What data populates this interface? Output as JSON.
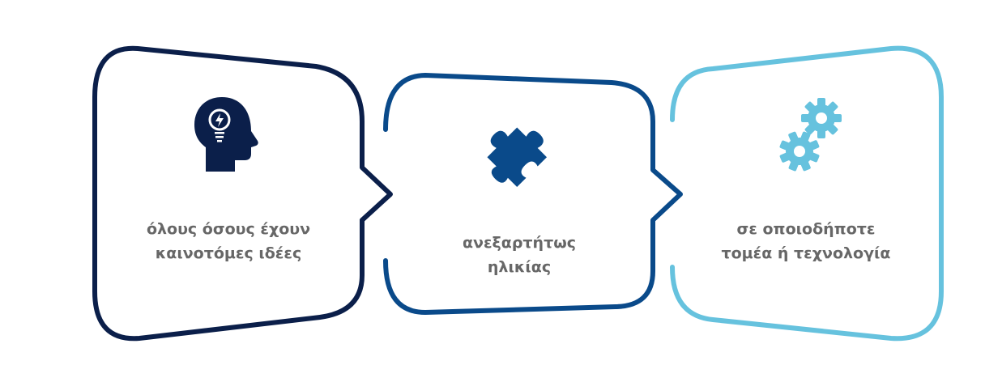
{
  "colors": {
    "box1": "#0b1f4a",
    "box2": "#0a4a8a",
    "box3": "#66c2de",
    "text": "#676767"
  },
  "items": [
    {
      "icon": "head-lightbulb-icon",
      "line1": "όλους όσους έχουν",
      "line2": "καινοτόμες ιδέες"
    },
    {
      "icon": "puzzle-piece-icon",
      "line1": "ανεξαρτήτως",
      "line2": "ηλικίας"
    },
    {
      "icon": "gears-icon",
      "line1": "σε οποιοδήποτε",
      "line2": "τομέα ή τεχνολογία"
    }
  ]
}
